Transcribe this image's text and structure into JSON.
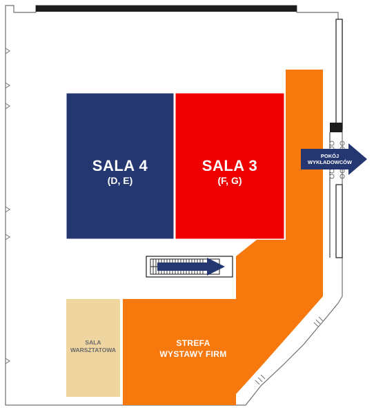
{
  "floorplan": {
    "rooms": {
      "sala4": {
        "title": "SALA 4",
        "subtitle": "(D, E)",
        "color": "#243771"
      },
      "sala3": {
        "title": "SALA 3",
        "subtitle": "(F, G)",
        "color": "#ef0000"
      },
      "warsztat": {
        "line1": "SALA",
        "line2": "WARSZTATOWA",
        "color": "#efd6a0"
      },
      "strefa": {
        "line1": "STREFA",
        "line2": "WYSTAWY FIRM",
        "color": "#f7780c"
      }
    },
    "exit_arrow": {
      "line1": "POKÓJ",
      "line2": "WYKŁADOWCÓW",
      "color": "#243771"
    },
    "escalator": {
      "direction": "right",
      "color": "#243771"
    }
  }
}
